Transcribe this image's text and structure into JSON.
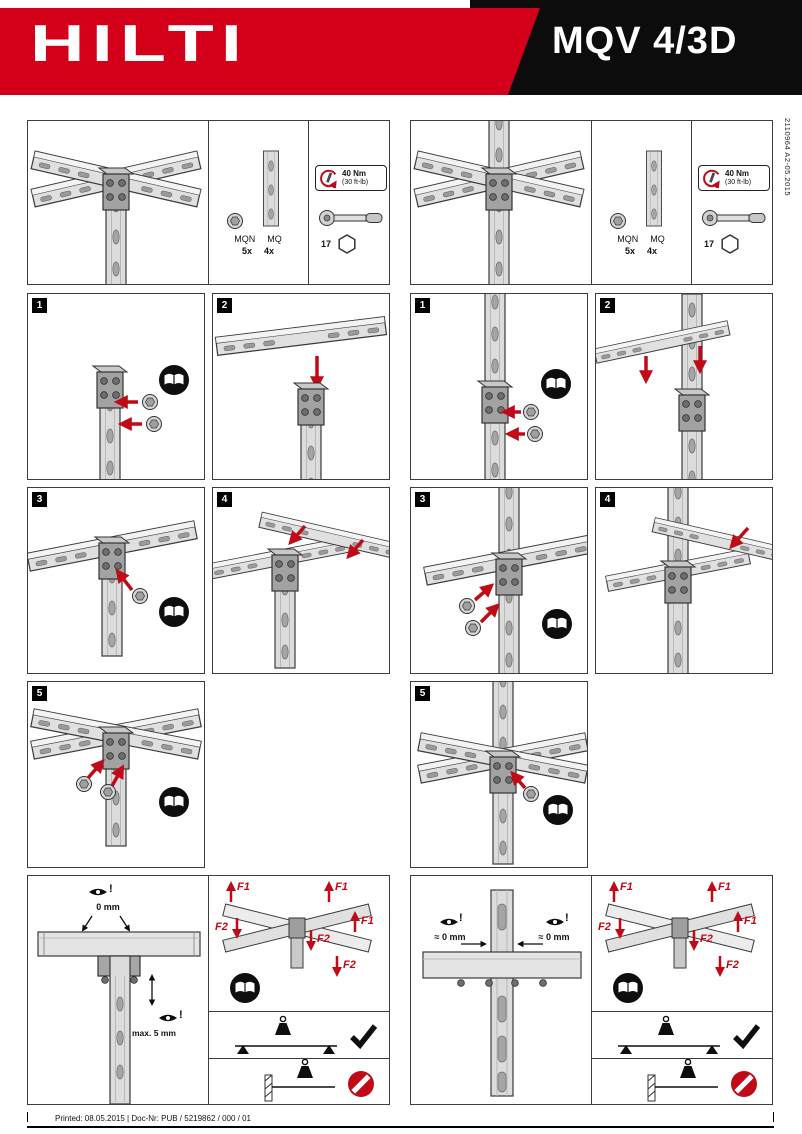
{
  "header": {
    "brand": "HILTI",
    "product": "MQV 4/3D"
  },
  "side_label": "2110964 A2-05.2015",
  "footer": {
    "printed": "Printed: 08.05.2015 | Doc-Nr: PUB / 5219862 / 000 / 01"
  },
  "overview": {
    "parts": [
      {
        "name": "MQN",
        "qty": "5x"
      },
      {
        "name": "MQ",
        "qty": "4x"
      }
    ],
    "torque": {
      "value": "40 Nm",
      "imperial": "(30 ft-lb)",
      "wrench_size": "17"
    }
  },
  "steps": {
    "n1": "1",
    "n2": "2",
    "n3": "3",
    "n4": "4",
    "n5": "5"
  },
  "warnings": {
    "excl": "!"
  },
  "measurements": {
    "left": {
      "top_gap": "0 mm",
      "max_overlap": "max. 5 mm"
    },
    "right": {
      "left_gap": "≈ 0 mm",
      "right_gap": "≈ 0 mm"
    }
  },
  "forces": {
    "f1": "F1",
    "f2": "F2"
  }
}
